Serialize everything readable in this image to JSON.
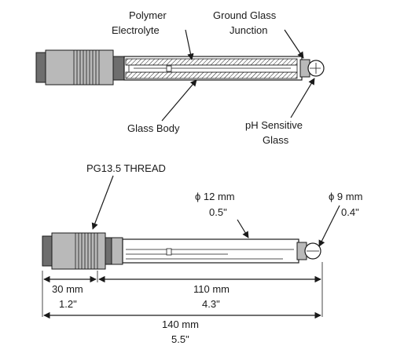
{
  "top_labels": {
    "polymer_1": "Polymer",
    "polymer_2": "Electrolyte",
    "ground_1": "Ground Glass",
    "ground_2": "Junction",
    "glass_body": "Glass Body",
    "ph_1": "pH Sensitive",
    "ph_2": "Glass"
  },
  "bottom_labels": {
    "thread": "PG13.5 THREAD",
    "dia12_mm": "ϕ 12 mm",
    "dia12_in": "0.5\"",
    "dia9_mm": "ϕ 9 mm",
    "dia9_in": "0.4\"",
    "dim30_mm": "30 mm",
    "dim30_in": "1.2\"",
    "dim110_mm": "110 mm",
    "dim110_in": "4.3\"",
    "dim140_mm": "140 mm",
    "dim140_in": "5.5\""
  }
}
